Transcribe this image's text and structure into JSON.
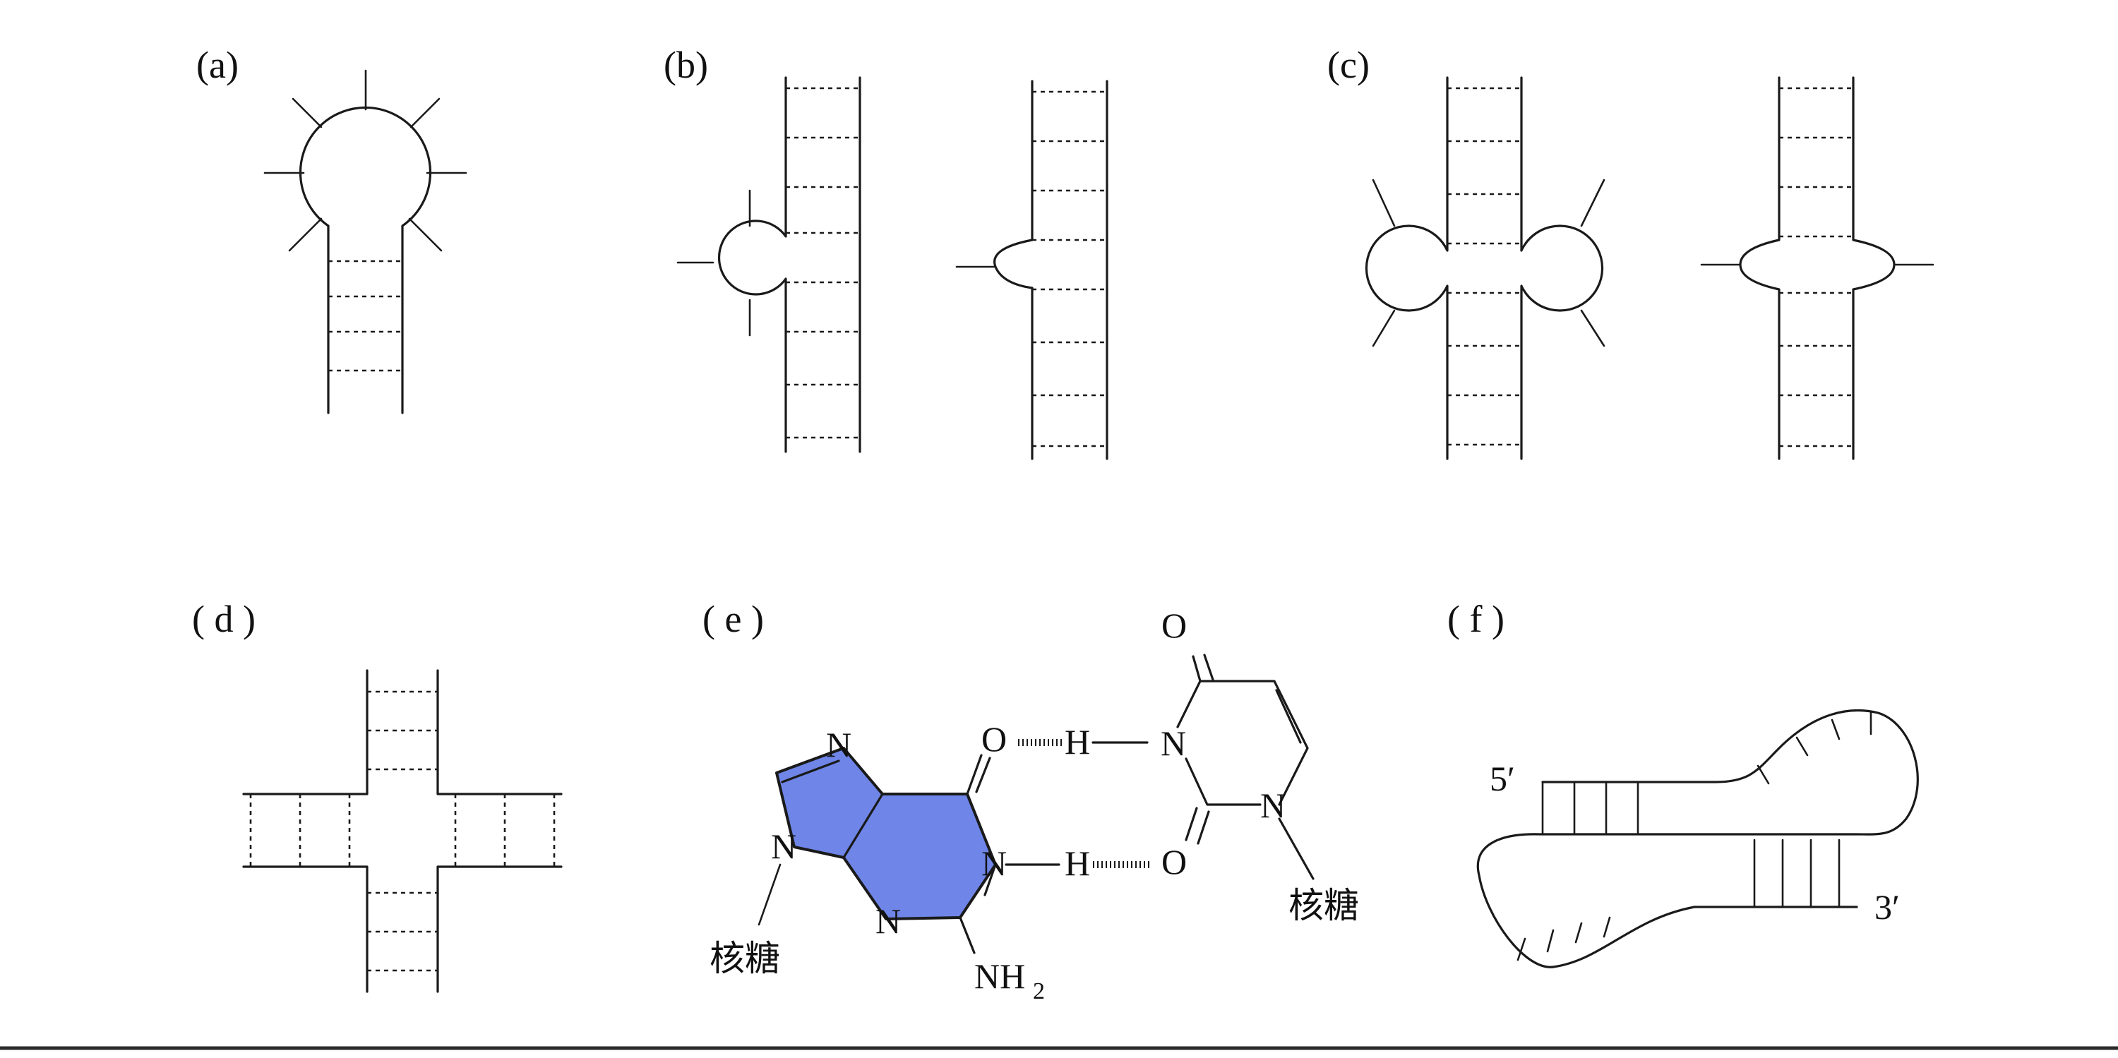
{
  "panels": {
    "a": {
      "label": "(a)"
    },
    "b": {
      "label": "(b)"
    },
    "c": {
      "label": "(c)"
    },
    "d": {
      "label": "( d )"
    },
    "e": {
      "label": "( e )"
    },
    "f": {
      "label": "( f )"
    }
  },
  "molecule": {
    "left_base": {
      "atoms": [
        "N",
        "N",
        "N",
        "N",
        "O",
        "NH",
        "2"
      ],
      "sugar_label": "核糖",
      "fill_color": "#6f86e8"
    },
    "right_base": {
      "atoms": [
        "N",
        "N",
        "O",
        "O"
      ],
      "sugar_label": "核糖"
    },
    "hbond_hydrogens": [
      "H",
      "H"
    ]
  },
  "strand_ends": {
    "five_prime": "5′",
    "three_prime": "3′"
  },
  "colors": {
    "line": "#1a1a1a",
    "base_fill": "#6f86e8",
    "background": "#ffffff"
  }
}
